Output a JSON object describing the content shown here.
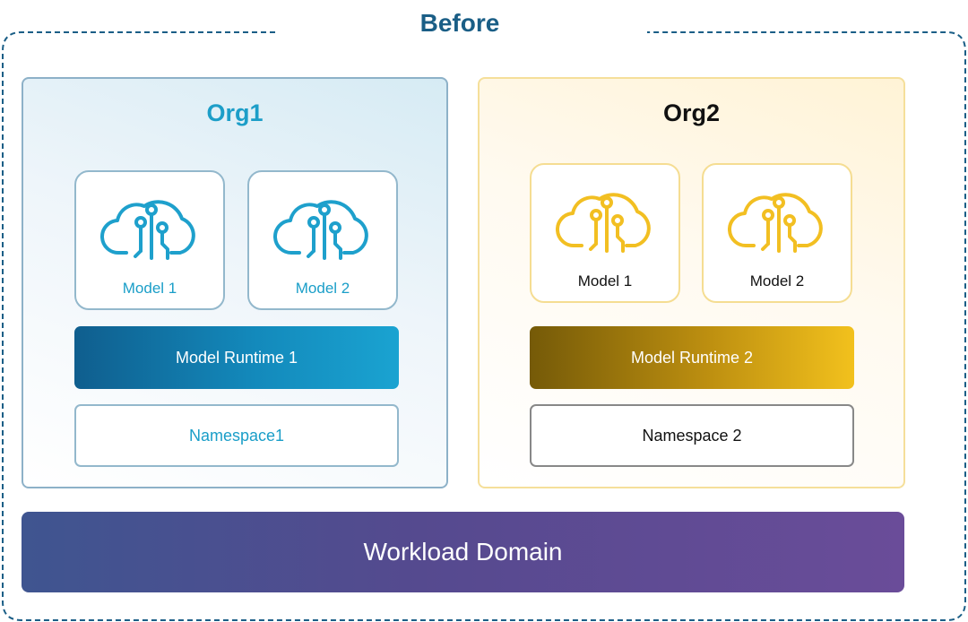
{
  "title": "Before",
  "colors": {
    "org1_accent": "#1c9ec8",
    "org2_accent": "#f2c11d",
    "frame_dash": "#1a5e86",
    "workload": "#554a8f"
  },
  "orgs": [
    {
      "name": "Org1",
      "models": [
        {
          "label": "Model 1",
          "icon": "cloud-circuit-icon"
        },
        {
          "label": "Model 2",
          "icon": "cloud-circuit-icon"
        }
      ],
      "runtime": "Model Runtime 1",
      "namespace": "Namespace1"
    },
    {
      "name": "Org2",
      "models": [
        {
          "label": "Model 1",
          "icon": "cloud-circuit-icon"
        },
        {
          "label": "Model 2",
          "icon": "cloud-circuit-icon"
        }
      ],
      "runtime": "Model Runtime 2",
      "namespace": "Namespace 2"
    }
  ],
  "workload_domain": "Workload Domain"
}
